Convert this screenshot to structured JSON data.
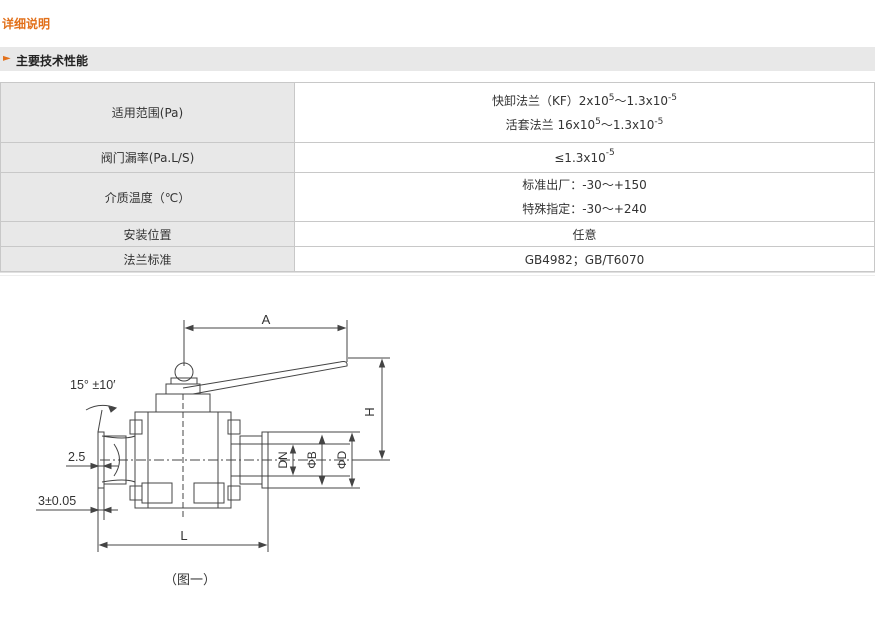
{
  "detail_title": "详细说明",
  "section": {
    "title": "主要技术性能",
    "arrow_icon": "orange-arrow-icon"
  },
  "specs": {
    "range_label": "适用范围(Pa)",
    "range_kf": {
      "prefix": "快卸法兰（KF）2x10",
      "exp1": "5",
      "mid": "～1.3x10",
      "exp2": "-5"
    },
    "range_clamp": {
      "prefix": "活套法兰 16x10",
      "exp1": "5",
      "mid": "～1.3x10",
      "exp2": "-5"
    },
    "leak_label": "阀门漏率(Pa.L/S)",
    "leak_value": {
      "prefix": "≤1.3x10",
      "exp": "-5"
    },
    "temp_label": "介质温度（℃）",
    "temp_standard": "标准出厂：-30～+150",
    "temp_special": "特殊指定：-30～+240",
    "mount_label": "安装位置",
    "mount_value": "任意",
    "flange_label": "法兰标准",
    "flange_value": "GB4982；GB/T6070"
  },
  "drawing": {
    "dim_A": "A",
    "dim_H": "H",
    "dim_L": "L",
    "dim_DN": "DN",
    "dim_phiB": "ΦB",
    "dim_phiD": "ΦD",
    "angle": "15° ±10′",
    "dim_25": "2.5",
    "dim_3": "3±0.05",
    "caption": "（图一）"
  }
}
